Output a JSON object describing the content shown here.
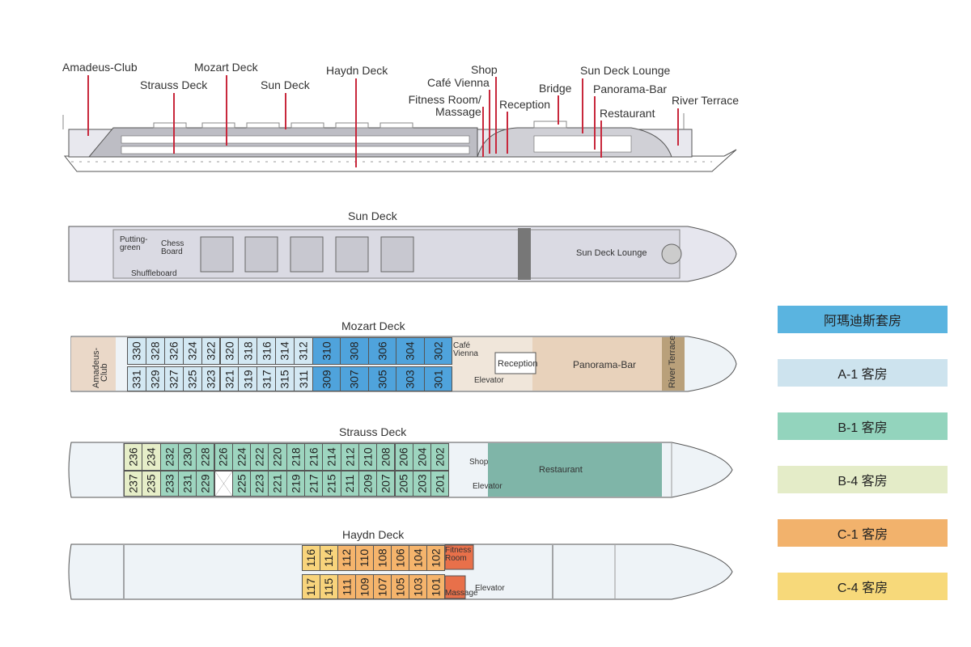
{
  "profile_labels": {
    "amadeus_club": "Amadeus-Club",
    "strauss_deck": "Strauss Deck",
    "mozart_deck": "Mozart Deck",
    "sun_deck": "Sun Deck",
    "haydn_deck": "Haydn Deck",
    "shop": "Shop",
    "cafe_vienna": "Café Vienna",
    "fitness_1": "Fitness Room/",
    "fitness_2": "Massage",
    "reception": "Reception",
    "bridge": "Bridge",
    "sun_deck_lounge": "Sun Deck Lounge",
    "panorama_bar": "Panorama-Bar",
    "restaurant": "Restaurant",
    "river_terrace": "River Terrace"
  },
  "sun_deck": {
    "title": "Sun Deck",
    "putting_1": "Putting-",
    "putting_2": "green",
    "chess_1": "Chess",
    "chess_2": "Board",
    "shuffleboard": "Shuffleboard",
    "lounge": "Sun Deck Lounge"
  },
  "mozart_deck": {
    "title": "Mozart Deck",
    "club_1": "Amadeus-",
    "club_2": "Club",
    "cafe_1": "Café",
    "cafe_2": "Vienna",
    "reception": "Reception",
    "elevator": "Elevator",
    "panorama_bar": "Panorama-Bar",
    "river_terrace": "River Terrace",
    "top": [
      [
        "330",
        "A1"
      ],
      [
        "328",
        "A1"
      ],
      [
        "326",
        "A1"
      ],
      [
        "324",
        "A1"
      ],
      [
        "322",
        "A1"
      ],
      [
        "320",
        "A1"
      ],
      [
        "318",
        "A1"
      ],
      [
        "316",
        "A1"
      ],
      [
        "314",
        "A1"
      ],
      [
        "312",
        "A1"
      ],
      [
        "310",
        "AS"
      ],
      [
        "308",
        "AS"
      ],
      [
        "306",
        "AS"
      ],
      [
        "304",
        "AS"
      ],
      [
        "302",
        "AS"
      ]
    ],
    "bottom": [
      [
        "331",
        "A1"
      ],
      [
        "329",
        "A1"
      ],
      [
        "327",
        "A1"
      ],
      [
        "325",
        "A1"
      ],
      [
        "323",
        "A1"
      ],
      [
        "321",
        "A1"
      ],
      [
        "319",
        "A1"
      ],
      [
        "317",
        "A1"
      ],
      [
        "315",
        "A1"
      ],
      [
        "311",
        "A1"
      ],
      [
        "309",
        "AS"
      ],
      [
        "307",
        "AS"
      ],
      [
        "305",
        "AS"
      ],
      [
        "303",
        "AS"
      ],
      [
        "301",
        "AS"
      ]
    ]
  },
  "strauss_deck": {
    "title": "Strauss Deck",
    "shop": "Shop",
    "elevator": "Elevator",
    "restaurant": "Restaurant",
    "top": [
      [
        "236",
        "B4"
      ],
      [
        "234",
        "B4"
      ],
      [
        "232",
        "B1"
      ],
      [
        "230",
        "B1"
      ],
      [
        "228",
        "B1"
      ],
      [
        "226",
        "B1"
      ],
      [
        "224",
        "B1"
      ],
      [
        "222",
        "B1"
      ],
      [
        "220",
        "B1"
      ],
      [
        "218",
        "B1"
      ],
      [
        "216",
        "B1"
      ],
      [
        "214",
        "B1"
      ],
      [
        "212",
        "B1"
      ],
      [
        "210",
        "B1"
      ],
      [
        "208",
        "B1"
      ],
      [
        "206",
        "B1"
      ],
      [
        "204",
        "B1"
      ],
      [
        "202",
        "B1"
      ]
    ],
    "bottom": [
      [
        "237",
        "B4"
      ],
      [
        "235",
        "B4"
      ],
      [
        "233",
        "B1"
      ],
      [
        "231",
        "B1"
      ],
      [
        "229",
        "B1"
      ],
      [
        "",
        "X"
      ],
      [
        "225",
        "B1"
      ],
      [
        "223",
        "B1"
      ],
      [
        "221",
        "B1"
      ],
      [
        "219",
        "B1"
      ],
      [
        "217",
        "B1"
      ],
      [
        "215",
        "B1"
      ],
      [
        "211",
        "B1"
      ],
      [
        "209",
        "B1"
      ],
      [
        "207",
        "B1"
      ],
      [
        "205",
        "B1"
      ],
      [
        "203",
        "B1"
      ],
      [
        "201",
        "B1"
      ]
    ]
  },
  "haydn_deck": {
    "title": "Haydn Deck",
    "fitness_1": "Fitness",
    "fitness_2": "Room",
    "massage": "Massage",
    "elevator": "Elevator",
    "top": [
      [
        "116",
        "C4"
      ],
      [
        "114",
        "C4"
      ],
      [
        "112",
        "C1"
      ],
      [
        "110",
        "C1"
      ],
      [
        "108",
        "C1"
      ],
      [
        "106",
        "C1"
      ],
      [
        "104",
        "C1"
      ],
      [
        "102",
        "C1"
      ]
    ],
    "bottom": [
      [
        "117",
        "C4"
      ],
      [
        "115",
        "C4"
      ],
      [
        "111",
        "C1"
      ],
      [
        "109",
        "C1"
      ],
      [
        "107",
        "C1"
      ],
      [
        "105",
        "C1"
      ],
      [
        "103",
        "C1"
      ],
      [
        "101",
        "C1"
      ]
    ]
  },
  "cabin_colors": {
    "AS": "#4fa3dc",
    "A1": "#d3e8f3",
    "B1": "#9dd5bf",
    "B4": "#e6eec8",
    "C1": "#f5b46c",
    "C4": "#f8d47c",
    "X": "#ffffff"
  },
  "legend": [
    {
      "label": "阿瑪迪斯套房",
      "color": "#5ab4e0"
    },
    {
      "label": "A-1 客房",
      "color": "#cde3ee"
    },
    {
      "label": "B-1 客房",
      "color": "#93d4bd"
    },
    {
      "label": "B-4 客房",
      "color": "#e4ecc8"
    },
    {
      "label": "C-1 客房",
      "color": "#f2b26c"
    },
    {
      "label": "C-4 客房",
      "color": "#f7d97a"
    }
  ]
}
